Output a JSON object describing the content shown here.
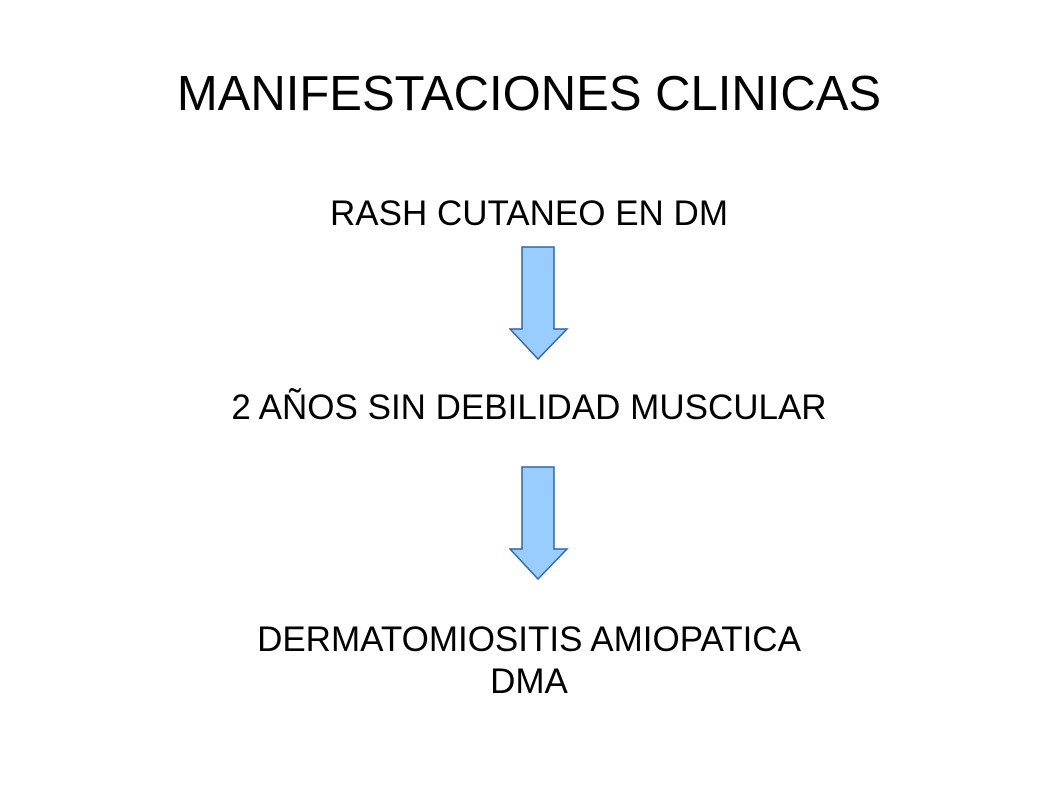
{
  "slide": {
    "title": "MANIFESTACIONES CLINICAS",
    "steps": [
      {
        "text": "RASH CUTANEO EN DM"
      },
      {
        "text": "2 AÑOS  SIN DEBILIDAD MUSCULAR"
      },
      {
        "line1": "DERMATOMIOSITIS AMIOPATICA",
        "line2": "DMA"
      }
    ],
    "arrow_fill": "#99ccff",
    "arrow_stroke": "#3465a4"
  }
}
